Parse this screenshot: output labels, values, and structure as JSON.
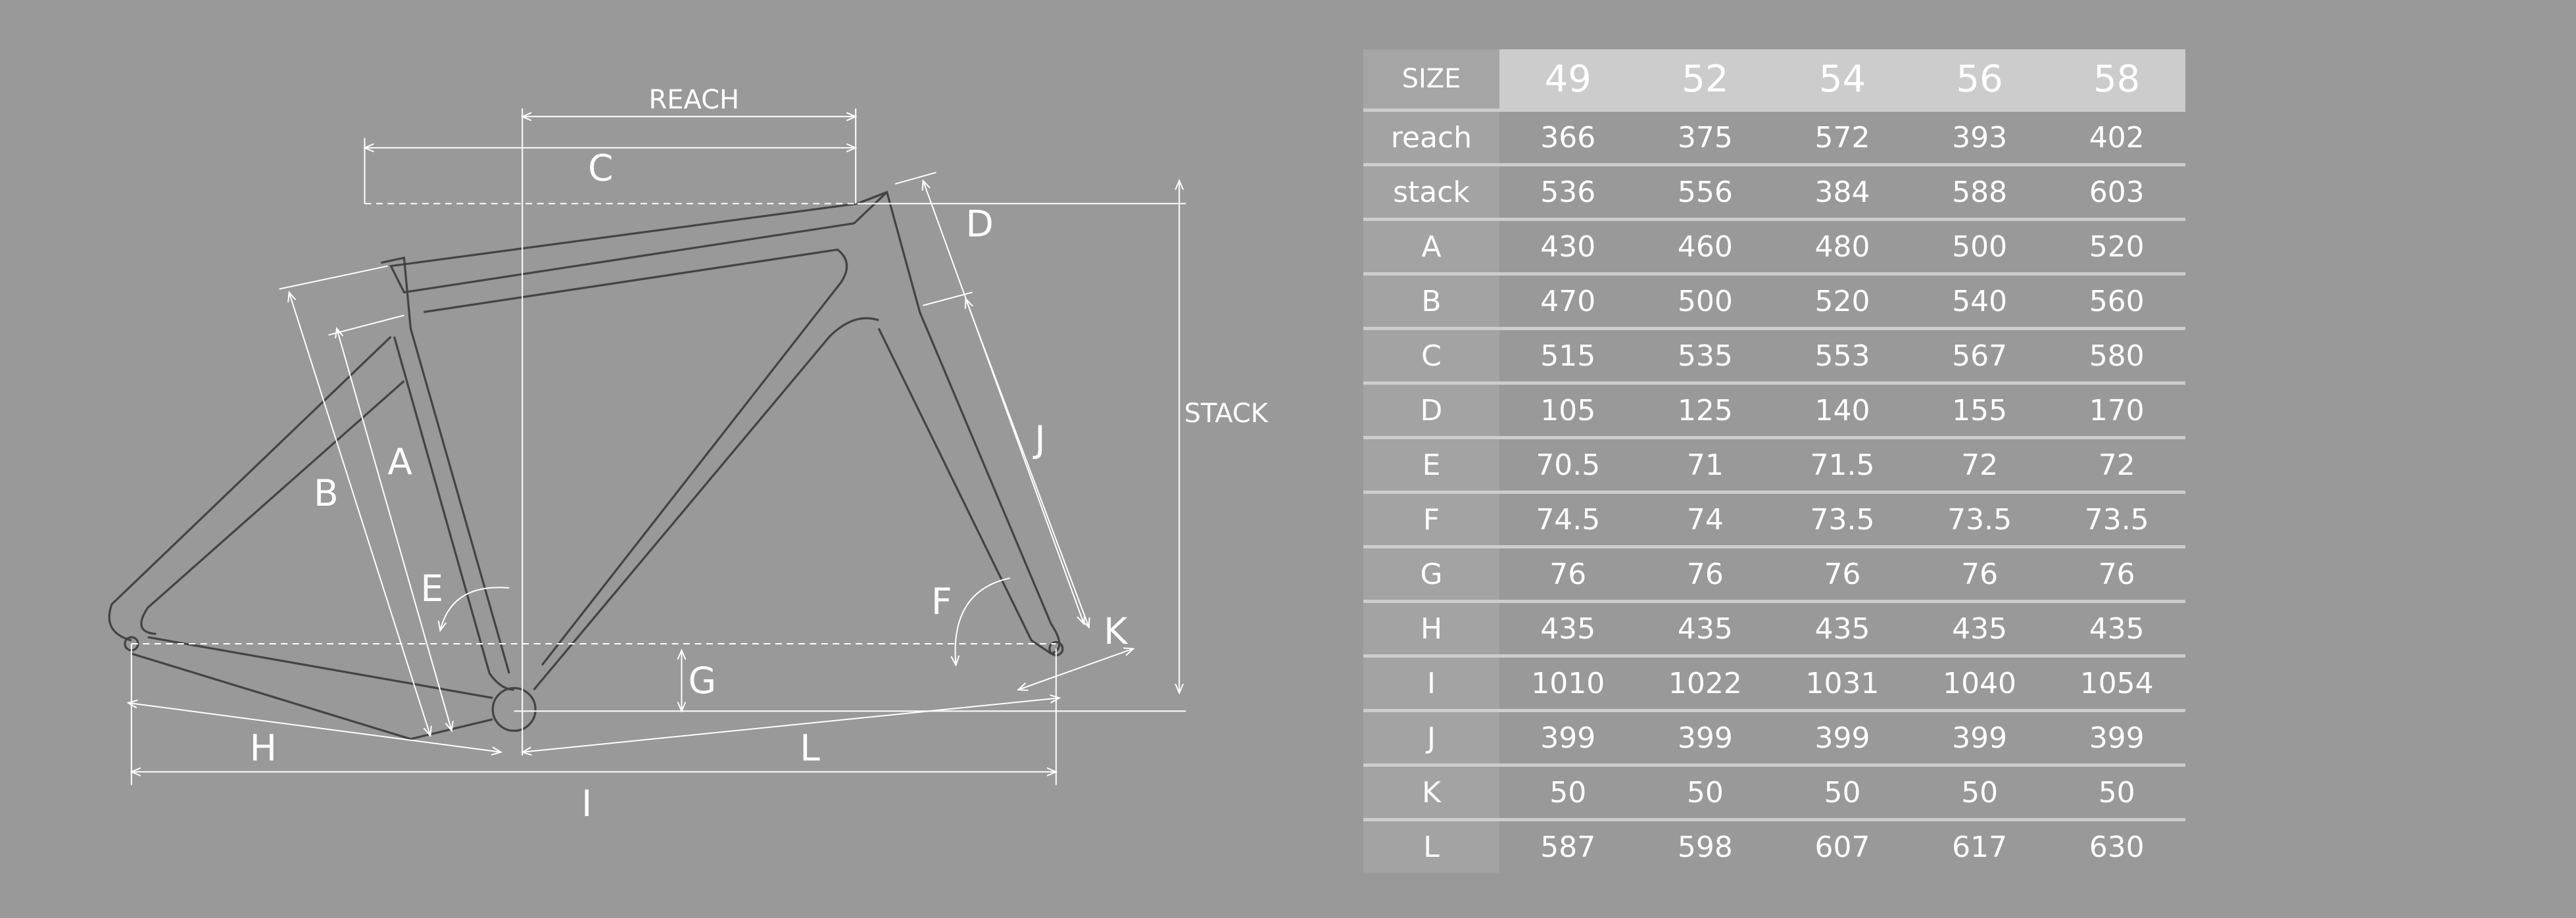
{
  "diagram": {
    "labels": {
      "reach": "REACH",
      "stack": "STACK",
      "A": "A",
      "B": "B",
      "C": "C",
      "D": "D",
      "E": "E",
      "F": "F",
      "G": "G",
      "H": "H",
      "I": "I",
      "J": "J",
      "K": "K",
      "L": "L"
    }
  },
  "table": {
    "header_label": "SIZE",
    "sizes": [
      "49",
      "52",
      "54",
      "56",
      "58"
    ],
    "rows": [
      {
        "label": "reach",
        "values": [
          "366",
          "375",
          "572",
          "393",
          "402"
        ]
      },
      {
        "label": "stack",
        "values": [
          "536",
          "556",
          "384",
          "588",
          "603"
        ]
      },
      {
        "label": "A",
        "values": [
          "430",
          "460",
          "480",
          "500",
          "520"
        ]
      },
      {
        "label": "B",
        "values": [
          "470",
          "500",
          "520",
          "540",
          "560"
        ]
      },
      {
        "label": "C",
        "values": [
          "515",
          "535",
          "553",
          "567",
          "580"
        ]
      },
      {
        "label": "D",
        "values": [
          "105",
          "125",
          "140",
          "155",
          "170"
        ]
      },
      {
        "label": "E",
        "values": [
          "70.5",
          "71",
          "71.5",
          "72",
          "72"
        ]
      },
      {
        "label": "F",
        "values": [
          "74.5",
          "74",
          "73.5",
          "73.5",
          "73.5"
        ]
      },
      {
        "label": "G",
        "values": [
          "76",
          "76",
          "76",
          "76",
          "76"
        ]
      },
      {
        "label": "H",
        "values": [
          "435",
          "435",
          "435",
          "435",
          "435"
        ]
      },
      {
        "label": "I",
        "values": [
          "1010",
          "1022",
          "1031",
          "1040",
          "1054"
        ]
      },
      {
        "label": "J",
        "values": [
          "399",
          "399",
          "399",
          "399",
          "399"
        ]
      },
      {
        "label": "K",
        "values": [
          "50",
          "50",
          "50",
          "50",
          "50"
        ]
      },
      {
        "label": "L",
        "values": [
          "587",
          "598",
          "607",
          "617",
          "630"
        ]
      }
    ]
  }
}
